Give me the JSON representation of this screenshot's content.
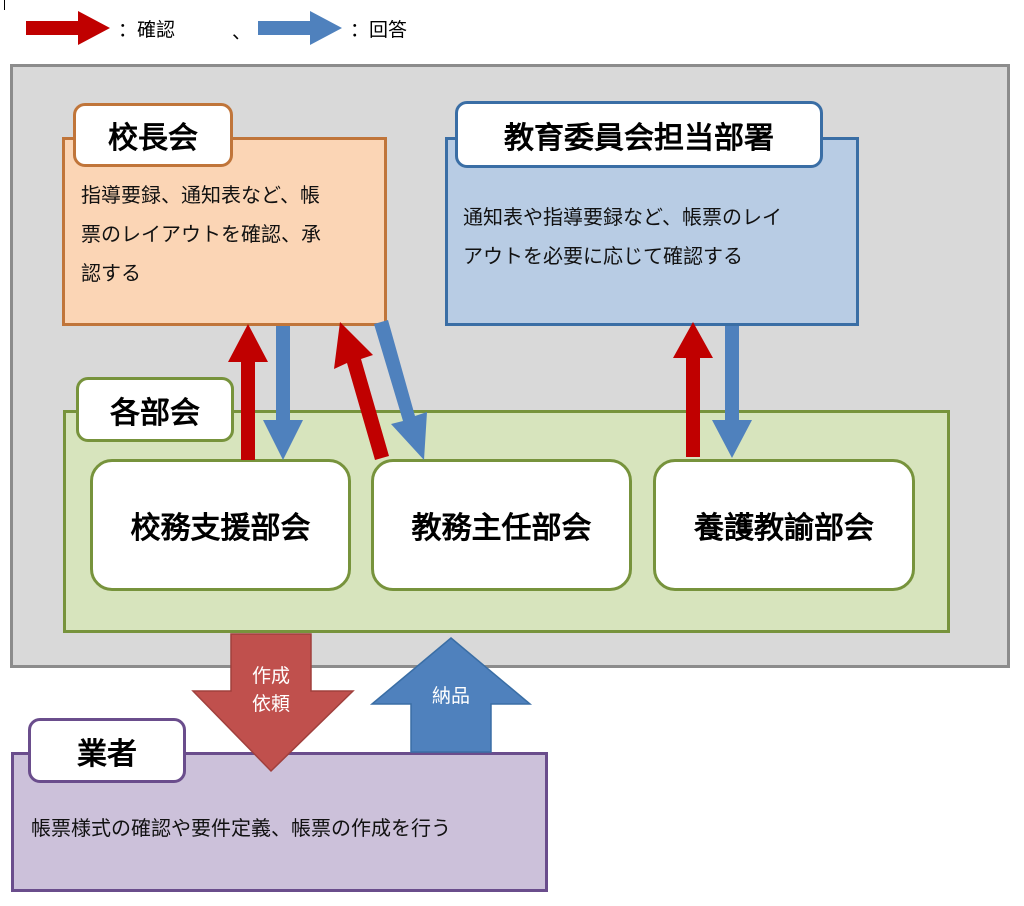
{
  "legend": {
    "confirm_label": "：確認",
    "separator": "、",
    "reply_label": "：回答"
  },
  "principals": {
    "title": "校長会",
    "description_lines": [
      "指導要録、通知表など、帳",
      "票のレイアウトを確認、承",
      "認する"
    ]
  },
  "board": {
    "title": "教育委員会担当部署",
    "description_lines": [
      "通知表や指導要録など、帳票のレイ",
      "アウトを必要に応じて確認する"
    ]
  },
  "committees": {
    "title": "各部会",
    "items": [
      {
        "label": "校務支援部会"
      },
      {
        "label": "教務主任部会"
      },
      {
        "label": "養護教諭部会"
      }
    ]
  },
  "vendor": {
    "title": "業者",
    "description": "帳票様式の確認や要件定義、帳票の作成を行う"
  },
  "flows": {
    "request_line1": "作成",
    "request_line2": "依頼",
    "delivery": "納品"
  },
  "colors": {
    "confirm_arrow": "#c00000",
    "reply_arrow": "#4f81bd",
    "principals_fill": "#fbd5b5",
    "principals_border": "#c0753a",
    "board_fill": "#b8cce4",
    "board_border": "#3a6ea5",
    "committees_fill": "#d7e4bd",
    "committees_border": "#77933c",
    "vendor_fill": "#ccc1da",
    "vendor_border": "#6a4d8c",
    "request_arrow": "#c0504d",
    "delivery_arrow": "#4f81bd"
  }
}
